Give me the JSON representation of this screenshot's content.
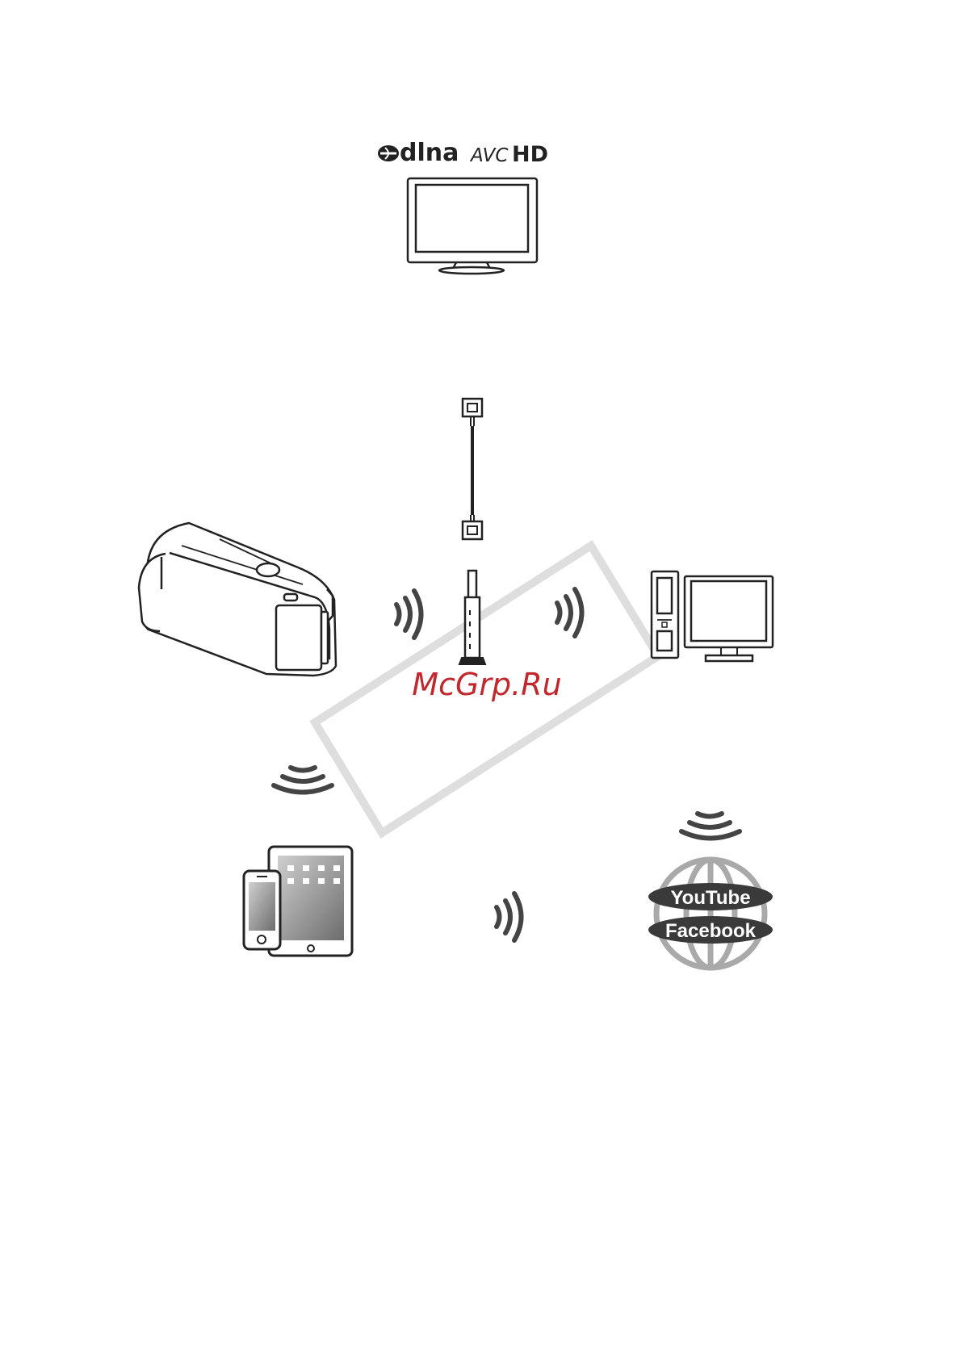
{
  "logos": {
    "dlna": "dlna",
    "avchd_prefix": "AVC",
    "avchd_suffix": "HD"
  },
  "services": {
    "youtube": "YouTube",
    "facebook": "Facebook"
  },
  "watermark": {
    "text": "McGrp.Ru",
    "color": "#c0282d"
  },
  "colors": {
    "line": "#222222",
    "wave": "#444444",
    "globe": "#a9a9a9",
    "badge": "#3a3a3a",
    "watermark_frame": "#dedede"
  }
}
